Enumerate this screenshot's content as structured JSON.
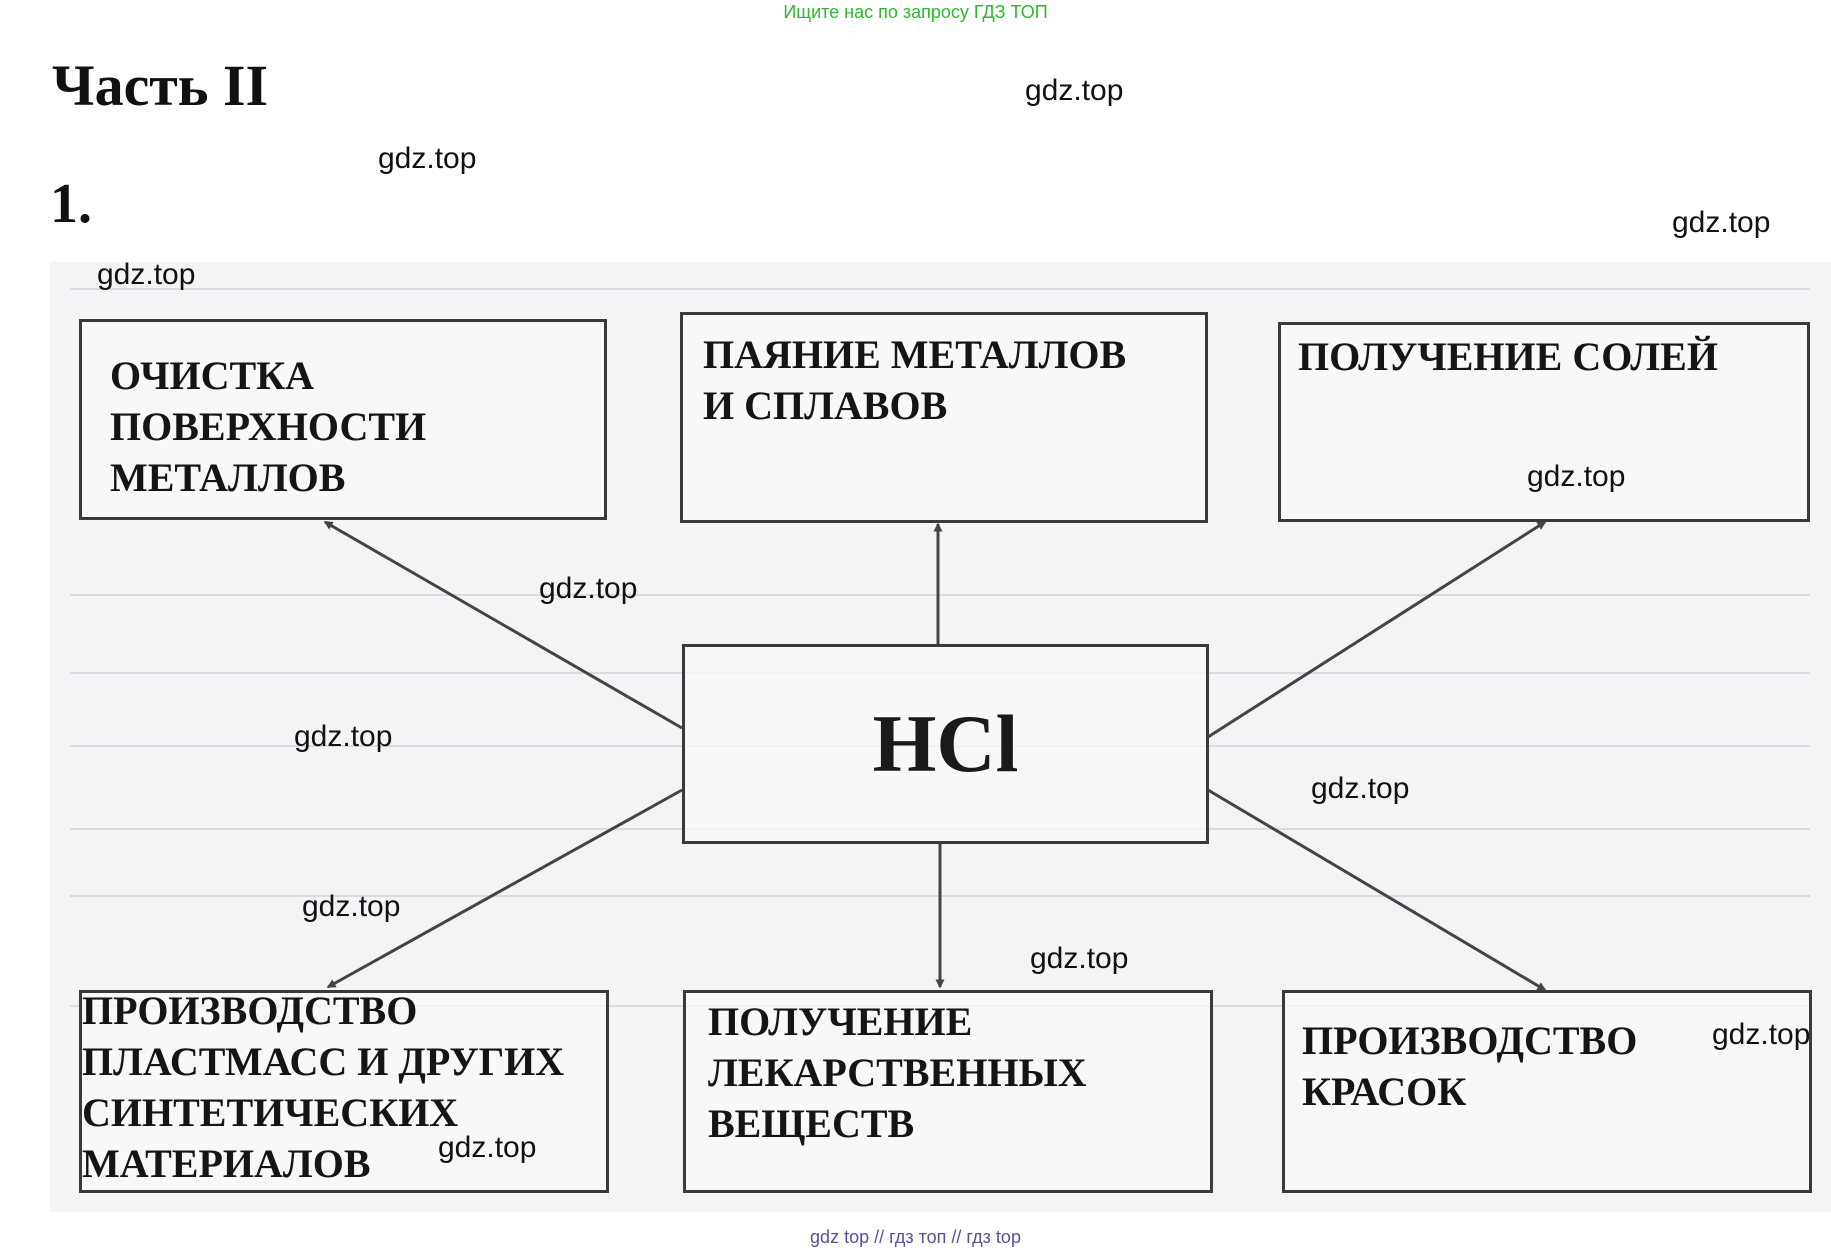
{
  "banner": "Ищите нас по запросу ГДЗ ТОП",
  "part_title": "Часть II",
  "task_number": "1.",
  "center": {
    "label": "HCl"
  },
  "boxes": {
    "top_left": "ОЧИСТКА\nПОВЕРХНОСТИ\nМЕТАЛЛОВ",
    "top_middle": "ПАЯНИЕ МЕТАЛЛОВ\nИ СПЛАВОВ",
    "top_right": "ПОЛУЧЕНИЕ СОЛЕЙ",
    "bottom_left": "ПРОИЗВОДСТВО\nПЛАСТМАСС И ДРУГИХ\nСИНТЕТИЧЕСКИХ\nМАТЕРИАЛОВ",
    "bottom_middle": "ПОЛУЧЕНИЕ\nЛЕКАРСТВЕННЫХ\nВЕЩЕСТВ",
    "bottom_right": "ПРОИЗВОДСТВО\nКРАСОК"
  },
  "watermark": "gdz.top",
  "footer": "gdz top  //  гдз топ  //  гдз top",
  "colors": {
    "banner": "#2eb82e",
    "footer": "#5a4f9a",
    "arrow": "#444444",
    "border": "#3a3a3a"
  }
}
